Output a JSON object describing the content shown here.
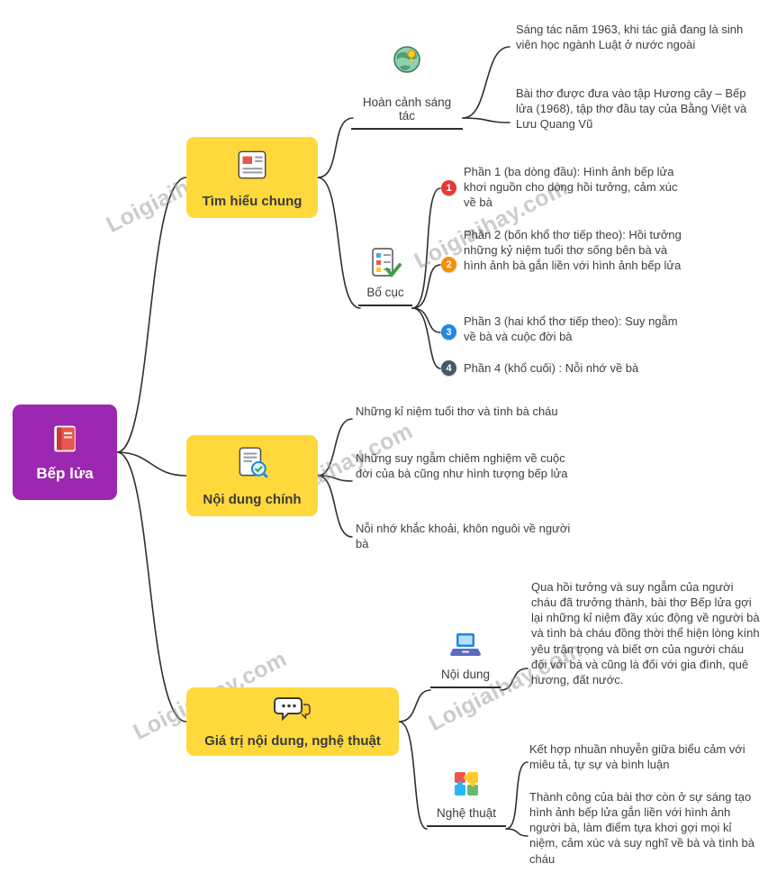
{
  "watermark": "Loigiaihay.com",
  "root": {
    "label": "Bếp lửa",
    "icon": "book-icon",
    "color": "#9c27b0"
  },
  "branches": [
    {
      "label": "Tìm hiểu chung",
      "icon": "newspaper-icon",
      "color": "#ffd93b",
      "children": [
        {
          "label": "Hoàn cảnh sáng tác",
          "icon": "globe-icon",
          "leaves": [
            {
              "text": "Sáng tác năm 1963, khi tác giả đang là sinh viên học ngành Luật ở nước ngoài"
            },
            {
              "text": "Bài thơ được đưa vào tập Hương cây – Bếp lửa (1968), tập thơ đầu tay của Bằng Việt và Lưu Quang Vũ"
            }
          ]
        },
        {
          "label": "Bố cục",
          "icon": "checklist-icon",
          "leaves": [
            {
              "badge": "1",
              "badge_color": "#e53935",
              "text": "Phần 1 (ba dòng đầu): Hình ảnh bếp lửa khơi nguồn cho dòng hồi tưởng, cảm xúc về bà"
            },
            {
              "badge": "2",
              "badge_color": "#fb8c00",
              "text": "Phần 2 (bốn khổ thơ tiếp theo): Hồi tưởng những kỷ niệm tuổi thơ sống bên bà và hình ảnh bà gắn liền với hình ảnh bếp lửa"
            },
            {
              "badge": "3",
              "badge_color": "#1e88e5",
              "text": "Phần 3 (hai khổ thơ tiếp theo): Suy ngẫm về bà và cuộc đời bà"
            },
            {
              "badge": "4",
              "badge_color": "#455a64",
              "text": "Phần 4 (khổ cuối) : Nỗi nhớ về bà"
            }
          ]
        }
      ]
    },
    {
      "label": "Nội dung chính",
      "icon": "document-search-icon",
      "color": "#ffd93b",
      "leaves": [
        {
          "text": "Những kỉ niệm tuổi thơ và tình bà cháu"
        },
        {
          "text": "Những suy ngẫm chiêm nghiệm về cuộc đời của bà cũng như hình tượng bếp lửa"
        },
        {
          "text": "Nỗi nhớ khắc khoải, khôn nguôi về người bà"
        }
      ]
    },
    {
      "label": "Giá trị nội dung, nghệ thuật",
      "icon": "chat-icon",
      "color": "#ffd93b",
      "children": [
        {
          "label": "Nội dung",
          "icon": "book-laptop-icon",
          "leaves": [
            {
              "text": "Qua hồi tưởng và suy ngẫm của người cháu đã trưởng thành, bài thơ Bếp lửa gợi lại những kỉ niệm đầy xúc động về người bà và tình bà cháu đồng thời thể hiện lòng kính yêu trân trọng và biết ơn của người cháu đối với bà và cũng là đối với gia đình, quê hương, đất nước."
            }
          ]
        },
        {
          "label": "Nghệ thuật",
          "icon": "puzzle-icon",
          "leaves": [
            {
              "text": "Kết hợp nhuần nhuyễn giữa biểu cảm với miêu tả, tự sự và bình luận"
            },
            {
              "text": "Thành công của bài thơ còn ở sự sáng tạo hình ảnh bếp lửa gắn liền với hình ảnh người bà, làm điểm tựa khơi gợi mọi kỉ niệm, cảm xúc và suy nghĩ về bà và tình bà cháu"
            }
          ]
        }
      ]
    }
  ]
}
